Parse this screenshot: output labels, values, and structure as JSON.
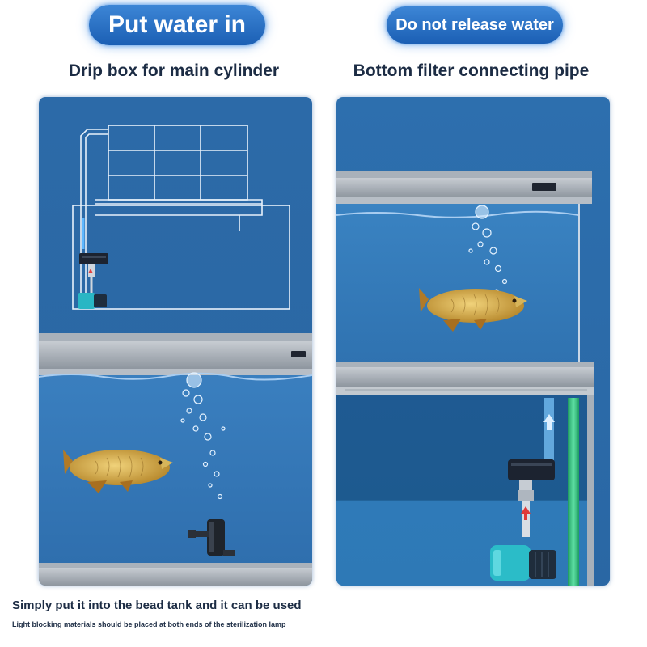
{
  "left": {
    "badge": "Put water in",
    "subtitle": "Drip box for main cylinder"
  },
  "right": {
    "badge": "Do not release water",
    "subtitle": "Bottom filter connecting pipe"
  },
  "captions": {
    "main": "Simply put it into the bead tank and it can be used",
    "small": "Light blocking materials should be placed at both ends of the sterilization lamp"
  },
  "colors": {
    "badge": "#2a73c8",
    "panel_blue": "#2d6fae",
    "tank_light": "#3a86c4",
    "fish_gold": "#c9a23a",
    "pump_teal": "#2bbcc8",
    "water_pipe_green": "#2fbf7a",
    "text_dark": "#1c2c44"
  },
  "icons": [
    "arrowana-fish-icon",
    "water-pump-icon",
    "sterilizer-lamp-icon",
    "up-arrow-icon",
    "bubbles-icon"
  ]
}
